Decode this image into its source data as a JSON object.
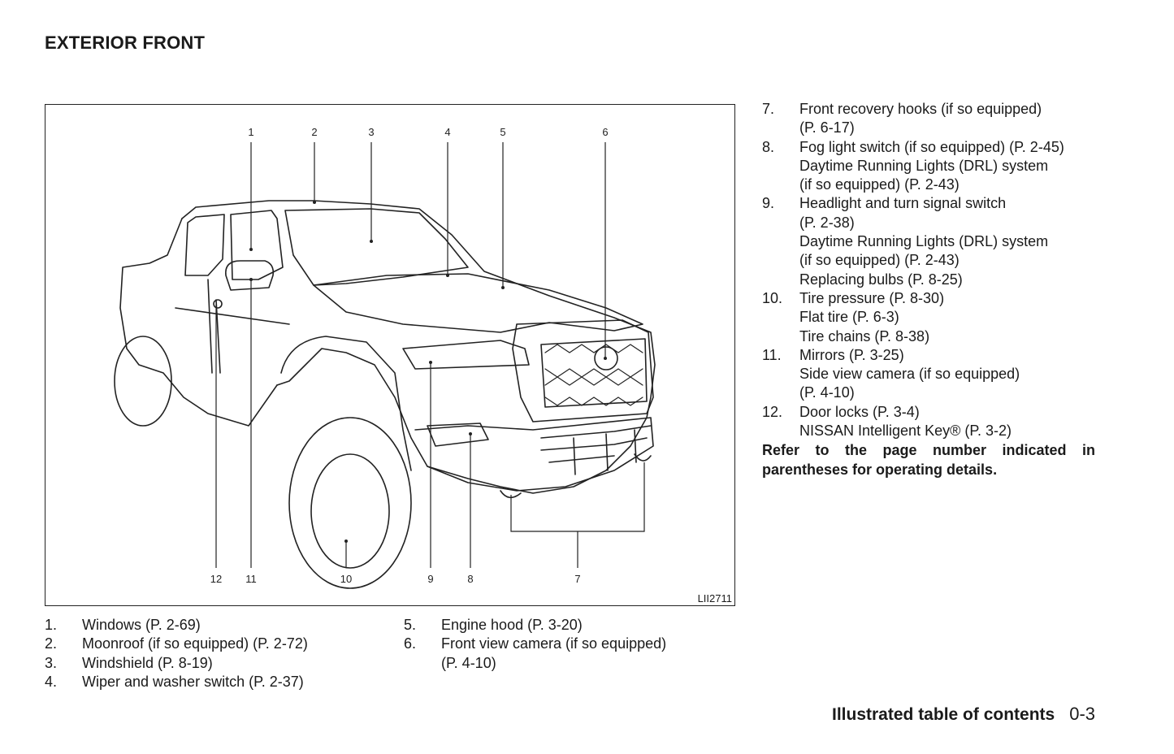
{
  "page": {
    "title": "EXTERIOR FRONT",
    "figure_id": "LII2711",
    "note": "Refer to the page number indicated in parentheses for operating details.",
    "footer_section": "Illustrated table of contents",
    "footer_page": "0-3"
  },
  "callouts": [
    "1",
    "2",
    "3",
    "4",
    "5",
    "6",
    "7",
    "8",
    "9",
    "10",
    "11",
    "12"
  ],
  "legend_left": [
    {
      "num": "1.",
      "lines": [
        "Windows (P. 2-69)"
      ]
    },
    {
      "num": "2.",
      "lines": [
        "Moonroof (if so equipped) (P. 2-72)"
      ]
    },
    {
      "num": "3.",
      "lines": [
        "Windshield (P. 8-19)"
      ]
    },
    {
      "num": "4.",
      "lines": [
        "Wiper and washer switch (P. 2-37)"
      ]
    }
  ],
  "legend_middle": [
    {
      "num": "5.",
      "lines": [
        "Engine hood (P. 3-20)"
      ]
    },
    {
      "num": "6.",
      "lines": [
        "Front view camera (if so equipped)",
        "(P. 4-10)"
      ]
    }
  ],
  "legend_right": [
    {
      "num": "7.",
      "lines": [
        "Front recovery hooks (if so equipped)",
        "(P. 6-17)"
      ]
    },
    {
      "num": "8.",
      "lines": [
        "Fog light switch (if so equipped) (P. 2-45)",
        "Daytime Running Lights (DRL) system",
        "(if so equipped) (P. 2-43)"
      ]
    },
    {
      "num": "9.",
      "lines": [
        "Headlight and turn signal switch",
        "(P. 2-38)",
        "Daytime Running Lights (DRL) system",
        "(if so equipped) (P. 2-43)",
        "Replacing bulbs (P. 8-25)"
      ]
    },
    {
      "num": "10.",
      "lines": [
        "Tire pressure (P. 8-30)",
        "Flat tire (P. 6-3)",
        "Tire chains (P. 8-38)"
      ]
    },
    {
      "num": "11.",
      "lines": [
        "Mirrors (P. 3-25)",
        "Side view camera (if so equipped)",
        "(P. 4-10)"
      ]
    },
    {
      "num": "12.",
      "lines": [
        "Door locks (P. 3-4)",
        "NISSAN Intelligent Key® (P. 3-2)"
      ]
    }
  ]
}
